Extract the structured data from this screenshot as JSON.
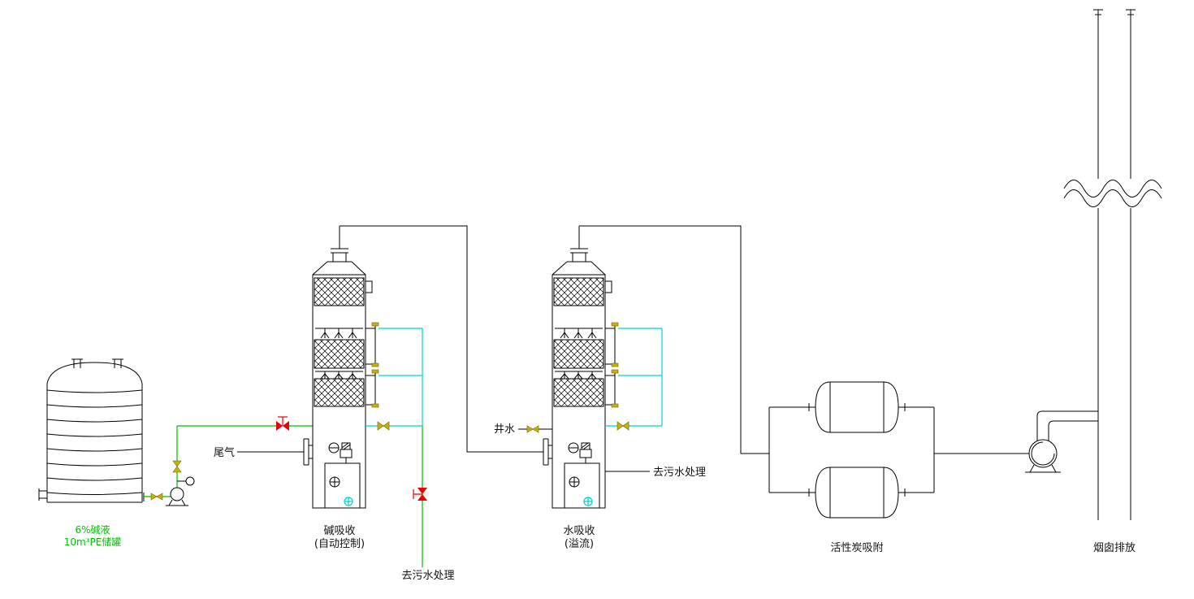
{
  "equipment": {
    "storage_tank": {
      "label_line1": "6%碱液",
      "label_line2": "10m³PE储罐"
    },
    "alkali_tower": {
      "name": "碱吸收",
      "mode": "(自动控制)"
    },
    "water_tower": {
      "name": "水吸收",
      "mode": "(溢流)"
    },
    "carbon_adsorber": {
      "name": "活性炭吸附"
    },
    "stack": {
      "name": "烟囱排放"
    }
  },
  "streams": {
    "tail_gas": "尾气",
    "well_water": "井水",
    "to_wastewater_left": "去污水处理",
    "to_wastewater_right": "去污水处理"
  },
  "colors": {
    "line": "#000000",
    "alkali": "#00bf00",
    "cyan": "#00d2d2",
    "red": "#ef0000",
    "yellow": "#c8b400",
    "bg": "#ffffff"
  }
}
